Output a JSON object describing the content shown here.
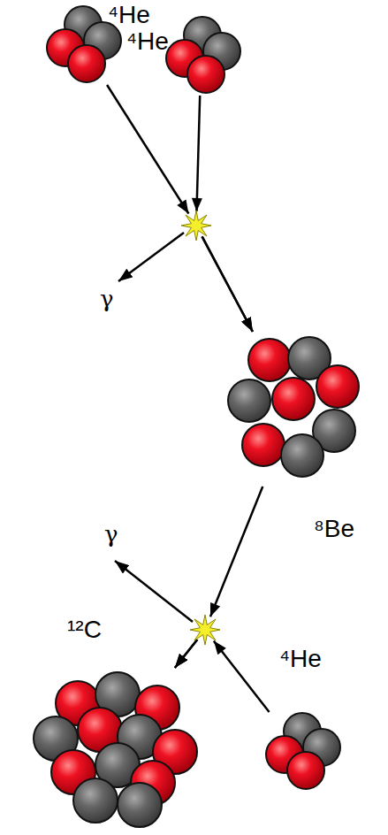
{
  "diagram": {
    "nodes": [
      {
        "text": [
          "⁴He"
        ]
      },
      {
        "text": [
          "⁴He"
        ]
      },
      {
        "text": [
          "⁸Be"
        ]
      },
      {
        "text": [
          "¹²C"
        ]
      },
      {
        "text": [
          "⁴He"
        ]
      }
    ],
    "edges": [
      {
        "from": 0,
        "to": 2,
        "arrow": "to"
      },
      {
        "from": 1,
        "to": 2,
        "arrow": "to"
      },
      {
        "from": 2,
        "to": 3,
        "arrow": "to"
      },
      {
        "from": 4,
        "to": 3,
        "arrow": "to"
      }
    ],
    "labels": [
      "γ",
      "γ"
    ]
  }
}
